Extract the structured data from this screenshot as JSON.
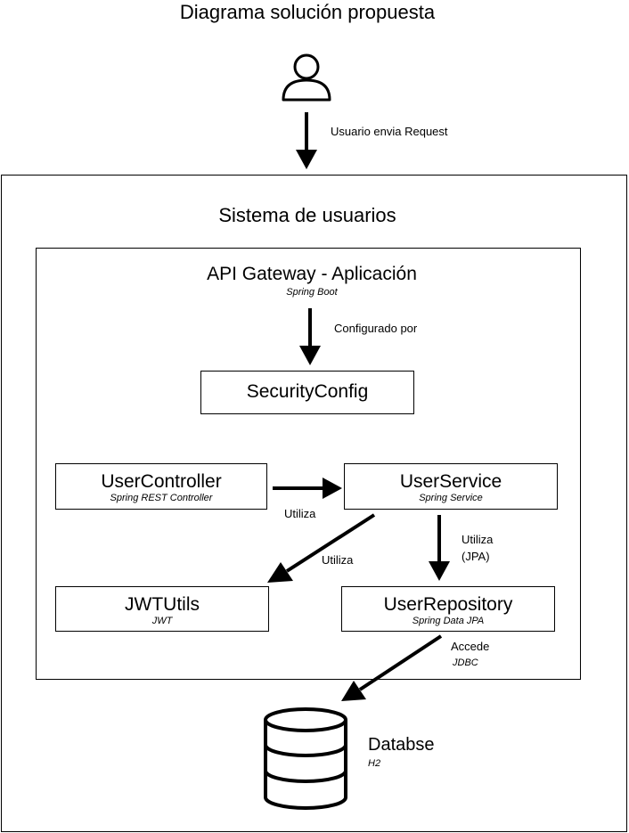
{
  "title": "Diagrama solución propuesta",
  "user_label": "Usuario envia Request",
  "system": {
    "title": "Sistema de usuarios"
  },
  "gateway": {
    "title": "API Gateway - Aplicación",
    "subtitle": "Spring Boot"
  },
  "configured_label": "Configurado por",
  "security_config": {
    "title": "SecurityConfig"
  },
  "user_controller": {
    "title": "UserController",
    "subtitle": "Spring REST Controller"
  },
  "user_service": {
    "title": "UserService",
    "subtitle": "Spring Service"
  },
  "jwt_utils": {
    "title": "JWTUtils",
    "subtitle": "JWT"
  },
  "user_repository": {
    "title": "UserRepository",
    "subtitle": "Spring Data JPA"
  },
  "edges": {
    "controller_to_service": "Utiliza",
    "service_to_jwt": "Utiliza",
    "service_to_repo_1": "Utiliza",
    "service_to_repo_2": "(JPA)",
    "repo_to_db_1": "Accede",
    "repo_to_db_2": "JDBC"
  },
  "database": {
    "title": "Databse",
    "subtitle": "H2"
  },
  "icons": [
    "user-icon",
    "database-icon"
  ]
}
